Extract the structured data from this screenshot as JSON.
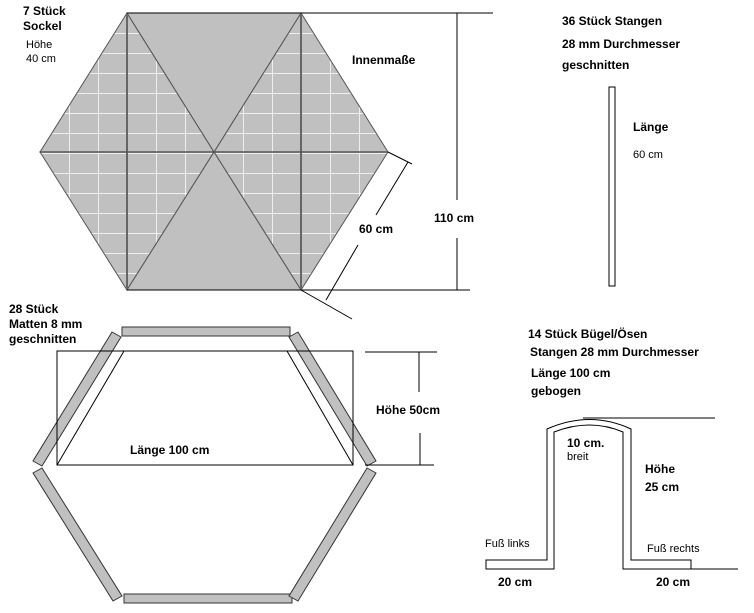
{
  "sockel": {
    "line1": "7 Stück",
    "line2": "Sockel",
    "height_label": "Höhe",
    "height_value": "40 cm"
  },
  "innen": {
    "label": "Innenmaße",
    "height": "110 cm",
    "side": "60 cm"
  },
  "stangen": {
    "line1": "36 Stück  Stangen",
    "line2": "28 mm  Durchmesser",
    "line3": "geschnitten",
    "length_label": "Länge",
    "length_value": "60 cm"
  },
  "matten": {
    "line1": "28 Stück",
    "line2": "Matten 8 mm",
    "line3": "geschnitten",
    "height": "Höhe 50cm",
    "length": "Länge 100 cm"
  },
  "buegel": {
    "line1": "14 Stück Bügel/Ösen",
    "line2": "Stangen 28 mm  Durchmesser",
    "line3": "Länge 100 cm",
    "line4": "gebogen",
    "width_value": "10 cm.",
    "width_label": "breit",
    "height_label": "Höhe",
    "height_value": "25 cm",
    "foot_left": "Fuß links",
    "foot_right": "Fuß rechts",
    "foot_left_len": "20 cm",
    "foot_right_len": "20 cm"
  },
  "colors": {
    "fill": "#c0c0c0",
    "grid": "#ffffff",
    "line": "#000000"
  }
}
